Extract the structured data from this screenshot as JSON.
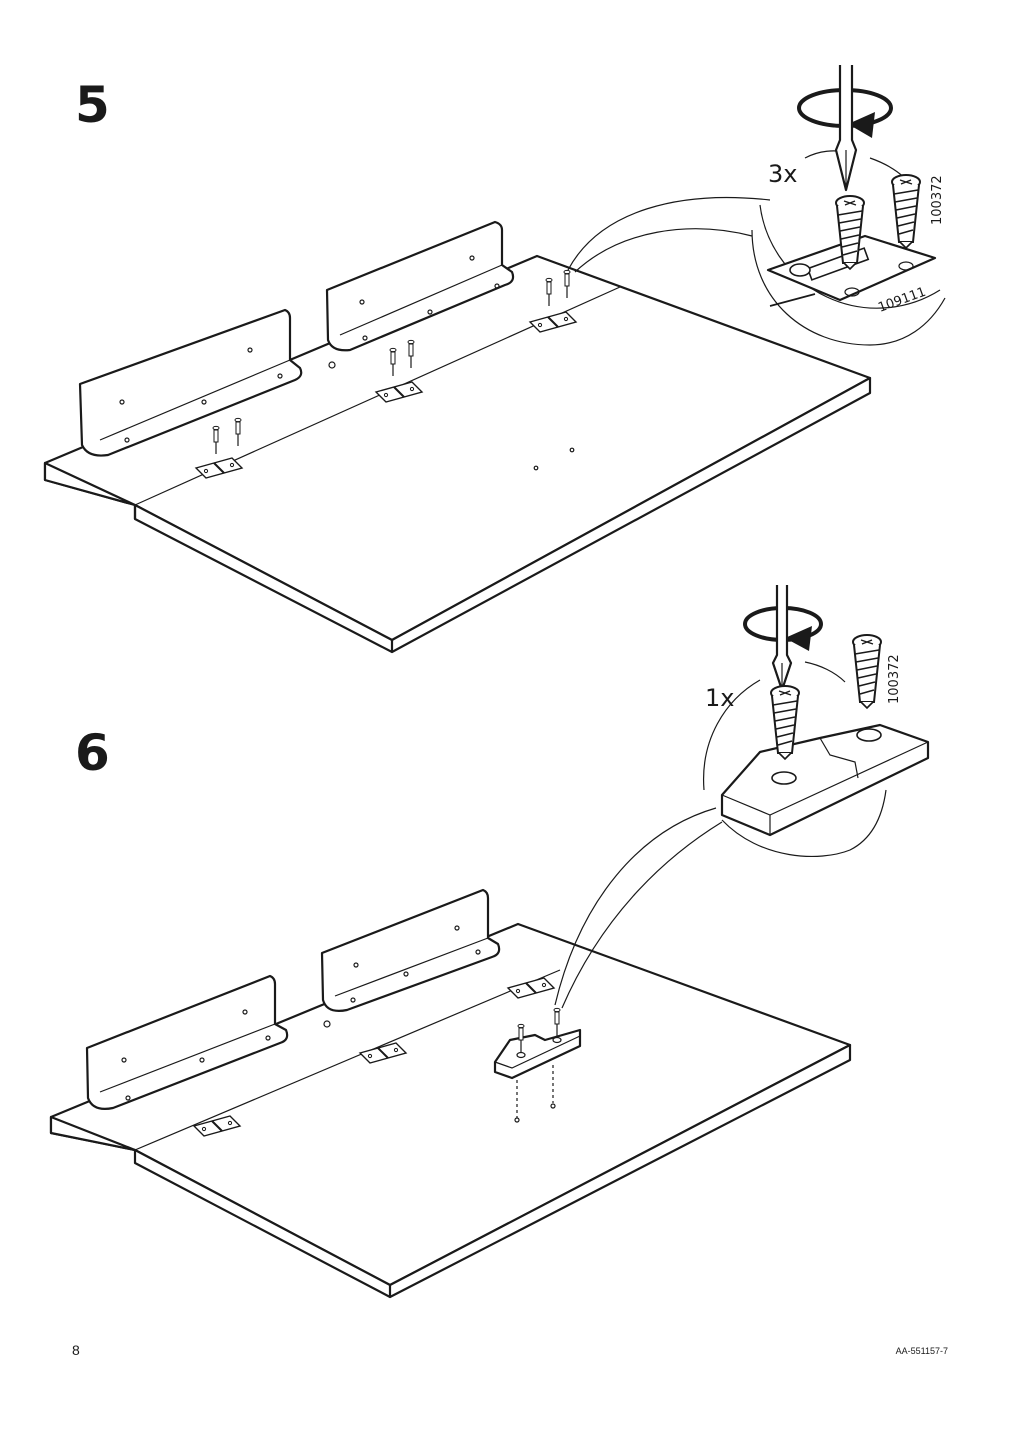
{
  "steps": [
    {
      "number": "5",
      "quantity": "3x",
      "part_numbers": [
        "100372",
        "109111"
      ]
    },
    {
      "number": "6",
      "quantity": "1x",
      "part_numbers": [
        "100372"
      ]
    }
  ],
  "footer": {
    "page_number": "8",
    "document_code": "AA-551157-7"
  }
}
